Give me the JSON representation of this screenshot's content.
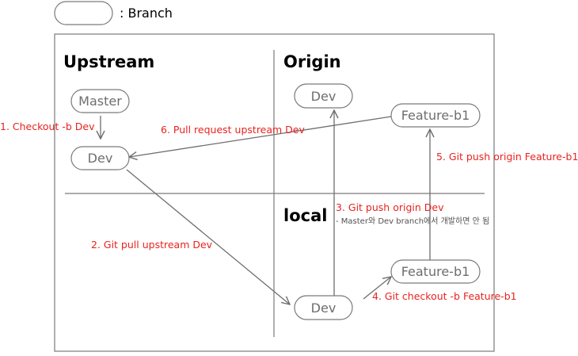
{
  "legend": {
    "label": ": Branch"
  },
  "sections": {
    "upstream": "Upstream",
    "origin": "Origin",
    "local": "local"
  },
  "branches": {
    "upstream_master": "Master",
    "upstream_dev": "Dev",
    "origin_dev": "Dev",
    "origin_feature": "Feature-b1",
    "local_dev": "Dev",
    "local_feature": "Feature-b1"
  },
  "steps": {
    "step1": "1. Checkout -b Dev",
    "step2": "2. Git pull upstream Dev",
    "step3": "3. Git push origin Dev",
    "step3_note": "- Master와 Dev branch에서 개발하면 안 됨",
    "step4": "4. Git checkout -b Feature-b1",
    "step5": "5. Git push origin Feature-b1",
    "step6": "6. Pull request upstream Dev"
  },
  "colors": {
    "step_text": "#e8231f",
    "arrow": "#6e6e6e",
    "box_border": "#7a7a7a"
  }
}
